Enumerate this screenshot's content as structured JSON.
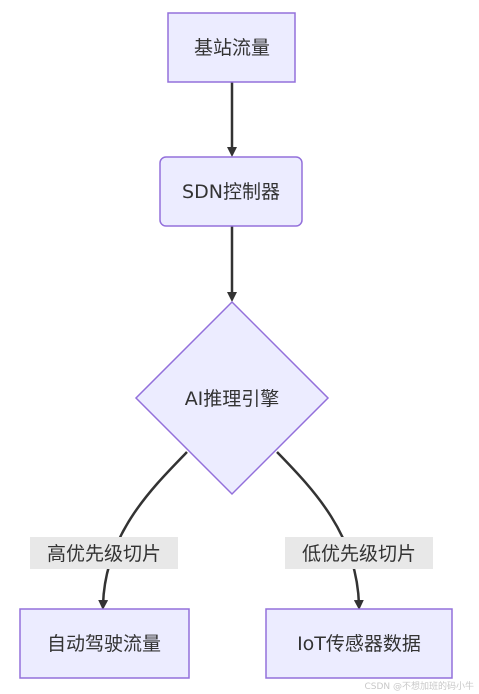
{
  "nodes": {
    "base_station": "基站流量",
    "sdn_controller": "SDN控制器",
    "ai_engine": "AI推理引擎",
    "autonomous": "自动驾驶流量",
    "iot": "IoT传感器数据"
  },
  "edges": {
    "high_priority": "高优先级切片",
    "low_priority": "低优先级切片"
  },
  "watermark": "CSDN @不想加班的码小牛",
  "colors": {
    "node_fill": "#ECECFF",
    "node_stroke": "#9370DB",
    "edge": "#333333",
    "label_bg": "#E8E8E8",
    "text": "#333333"
  }
}
